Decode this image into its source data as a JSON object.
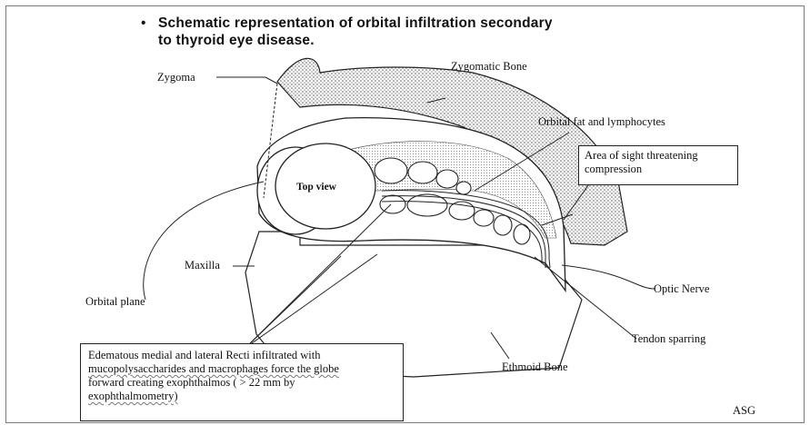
{
  "title": {
    "bullet": "•",
    "line1": "Schematic representation of orbital infiltration secondary",
    "line2": "to thyroid eye disease."
  },
  "labels": {
    "zygoma": "Zygoma",
    "zygomatic_bone": "Zygomatic Bone",
    "orbital_fat": "Orbital fat and lymphocytes",
    "top_view": "Top view",
    "maxilla": "Maxilla",
    "orbital_plane": "Orbital plane",
    "optic_nerve": "Optic Nerve",
    "tendon_sparring": "Tendon sparring",
    "ethmoid_bone": "Ethmoid Bone",
    "author": "ASG"
  },
  "callouts": {
    "compression": "Area of sight threatening compression",
    "recti_line1": "Edematous medial and lateral Recti infiltrated with",
    "recti_line2": "mucopolysaccharides and macrophages force the globe",
    "recti_line3": "forward creating exophthalmos ( > 22 mm by",
    "recti_line4": "exophthalmometry)"
  }
}
